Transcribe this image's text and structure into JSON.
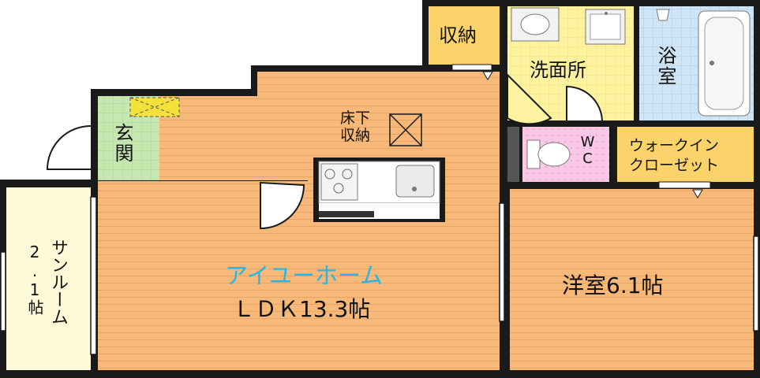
{
  "rooms": {
    "storage_top": "収納",
    "washroom": "洗面所",
    "bath": "浴室",
    "wc": "WC",
    "walkin_line1": "ウォークイン",
    "walkin_line2": "クローゼット",
    "entrance": "玄関",
    "underfloor_line1": "床下",
    "underfloor_line2": "収納",
    "brand": "アイユーホーム",
    "ldk": "ＬＤＫ13.3帖",
    "western": "洋室6.1帖",
    "sunroom_line1": "サンルーム",
    "sunroom_line2": "2.1帖"
  },
  "colors": {
    "wall": "#1a1a1a",
    "wood_floor": "#f7b97a",
    "wood_line": "#e8a462",
    "storage_yellow": "#fbd36a",
    "wash_yellow": "#fdf2a0",
    "bath_blue": "#cfe5f5",
    "wc_pink": "#f8c8e6",
    "entrance_green": "#c6e8b0",
    "sunroom_cream": "#fef9d7",
    "brand_cyan": "#28b6e6"
  }
}
